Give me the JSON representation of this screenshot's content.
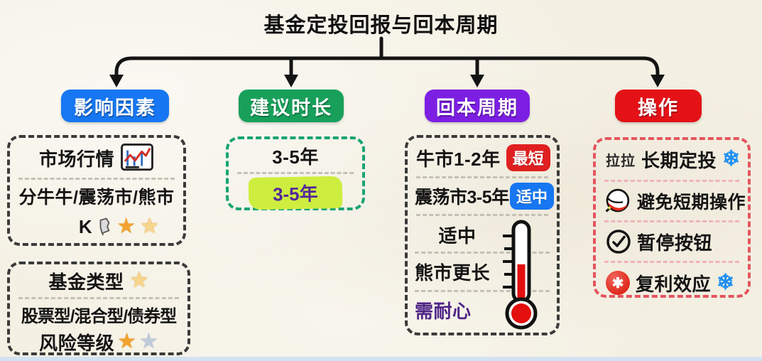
{
  "title": "基金定投回报与回本周期",
  "factors": {
    "header": "影响因素",
    "market_label": "市场行情",
    "market_types": "分牛牛/震荡市/熊市",
    "kline_label": "K",
    "fund_type_label": "基金类型",
    "fund_types": "股票型/混合型/债券型",
    "risk_label": "风险等级"
  },
  "duration": {
    "header": "建议时长",
    "value_plain": "3-5年",
    "value_highlight": "3-5年"
  },
  "payback": {
    "header": "回本周期",
    "bull_label": "牛市1-2年",
    "bull_badge": "最短",
    "sideways_label": "震荡市3-5年",
    "sideways_badge": "适中",
    "moderate_label": "适中",
    "bear_label": "熊市更长",
    "patience_label": "需耐心"
  },
  "actions": {
    "header": "操作",
    "row1_prefix": "拉拉",
    "row1_label": "长期定投",
    "row2_label": "避免短期操作",
    "row3_label": "暂停按钮",
    "row4_label": "复利效应"
  },
  "glyphs": {
    "star": "★",
    "snowflake": "❄",
    "asterisk": "✱"
  },
  "colors": {
    "factors_accent": "#1777f2",
    "duration_accent": "#18a05b",
    "payback_accent": "#7d1fe3",
    "actions_accent": "#e41217",
    "badge_short": "#e02020",
    "badge_mid": "#1777f2",
    "highlight_bg": "#cdee3e",
    "highlight_text": "#55269b",
    "patience_text": "#4f2487",
    "snowflake_blue": "#1d8ff2",
    "background": "#f4f0e3"
  }
}
